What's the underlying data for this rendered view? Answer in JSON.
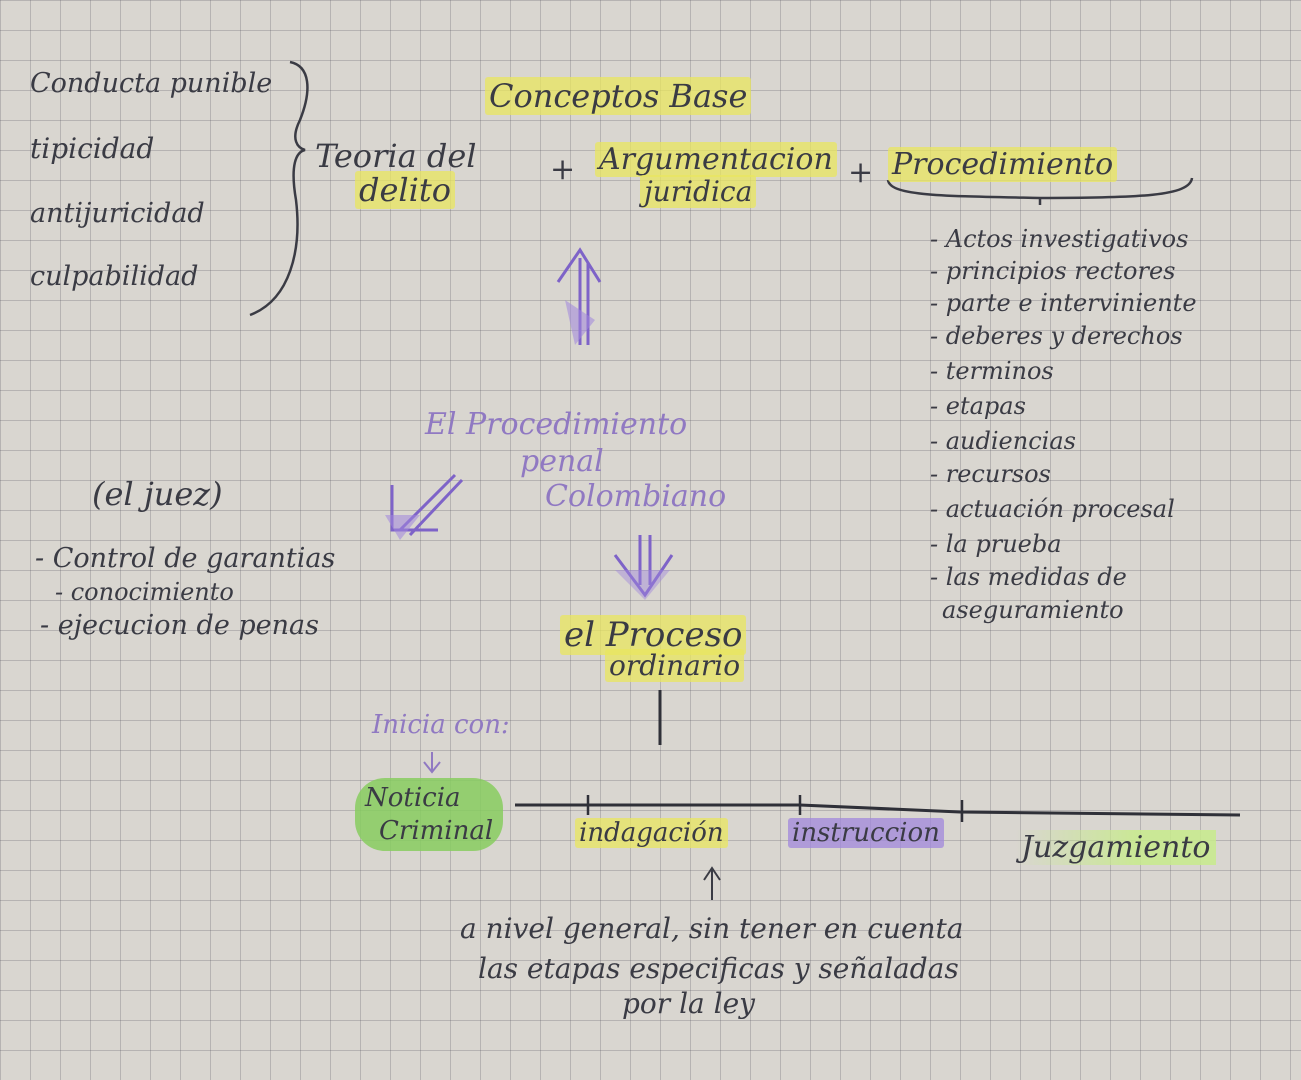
{
  "left_list": [
    "Conducta punible",
    "tipicidad",
    "antijuricidad",
    "culpabilidad"
  ],
  "title": "Conceptos Base",
  "teoria": {
    "line1": "Teoria del",
    "line2": "delito"
  },
  "plus": "+",
  "argumentacion": {
    "line1": "Argumentacion",
    "line2": "juridica"
  },
  "procedimiento_title": "Procedimiento",
  "procedimiento_items": [
    "- Actos investigativos",
    "- principios rectores",
    "- parte e interviniente",
    "- deberes y derechos",
    "- terminos",
    "- etapas",
    "- audiencias",
    "- recursos",
    "- actuación procesal",
    "- la prueba",
    "- las medidas de",
    "aseguramiento"
  ],
  "center": {
    "line1": "El Procedimiento",
    "line2": "penal",
    "line3": "Colombiano"
  },
  "juez": {
    "title": "(el juez)",
    "items": [
      "- Control de garantias",
      "- conocimiento",
      "- ejecucion de penas"
    ]
  },
  "proceso": {
    "line1": "el Proceso",
    "line2": "ordinario"
  },
  "inicia": "Inicia con:",
  "noticia": {
    "line1": "Noticia",
    "line2": "Criminal"
  },
  "stages": [
    "indagación",
    "instruccion",
    "Juzgamiento"
  ],
  "note": {
    "line1": "a nivel general, sin tener en cuenta",
    "line2": "las etapas especificas y señaladas",
    "line3": "por la ley"
  },
  "colors": {
    "yellow": "#e8e65f",
    "purple": "#a087dc",
    "green": "#87cd5f",
    "ink": "#3a3b44",
    "pencil": "#9079c2"
  }
}
